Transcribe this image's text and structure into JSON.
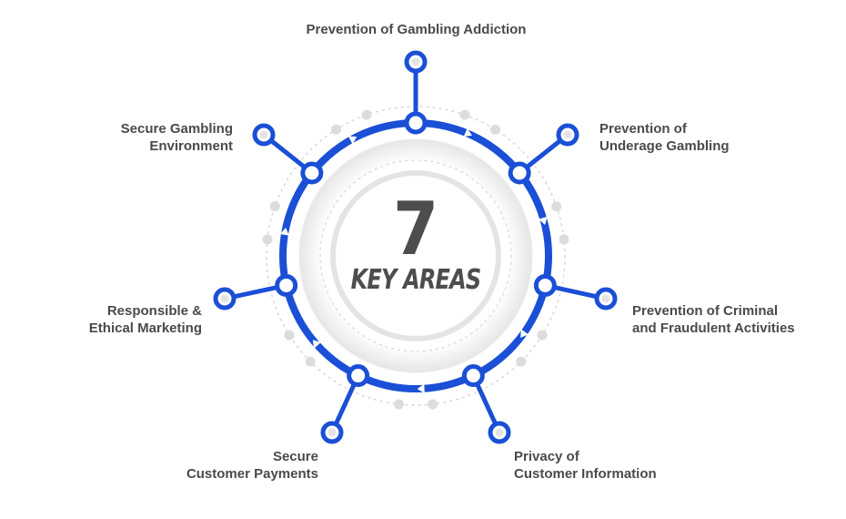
{
  "center": {
    "number": "7",
    "caption": "KEY AREAS"
  },
  "areas": [
    {
      "line1": "Prevention of Gambling Addiction",
      "line2": ""
    },
    {
      "line1": "Prevention of",
      "line2": "Underage Gambling"
    },
    {
      "line1": "Prevention of Criminal",
      "line2": "and Fraudulent Activities"
    },
    {
      "line1": "Privacy of",
      "line2": "Customer Information"
    },
    {
      "line1": "Secure",
      "line2": "Customer Payments"
    },
    {
      "line1": "Responsible &",
      "line2": "Ethical Marketing"
    },
    {
      "line1": "Secure Gambling",
      "line2": "Environment"
    }
  ],
  "colors": {
    "accent": "#1a4fd6",
    "text": "#4a4a4a",
    "gray": "#dcdcdc"
  }
}
